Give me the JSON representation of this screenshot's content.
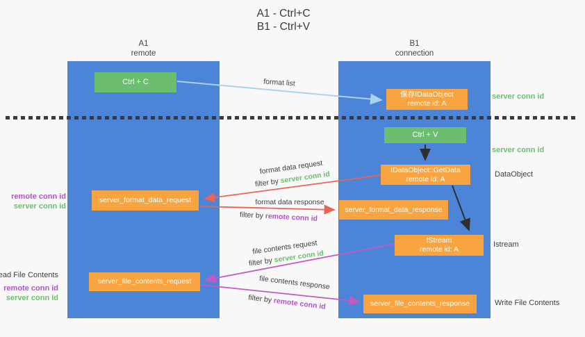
{
  "title": {
    "line1": "A1 - Ctrl+C",
    "line2": "B1 - Ctrl+V"
  },
  "lanes": {
    "a": {
      "name": "A1",
      "subtitle": "remote"
    },
    "b": {
      "name": "B1",
      "subtitle": "connection"
    }
  },
  "nodes": {
    "ctrl_c": {
      "label": "Ctrl + C"
    },
    "save_idataobject": {
      "line1": "保存IDataObject",
      "line2": "remote id: A"
    },
    "ctrl_v": {
      "label": "Ctrl + V"
    },
    "getdata": {
      "line1": "IDataObject::GetData",
      "line2": "remote id: A"
    },
    "format_request": {
      "label": "server_format_data_request"
    },
    "format_response": {
      "label": "server_format_data_response"
    },
    "istream": {
      "line1": "IStream",
      "line2": "remote id: A"
    },
    "file_request": {
      "label": "server_file_contents_request"
    },
    "file_response": {
      "label": "server_file_contents_response"
    }
  },
  "arrow_labels": {
    "format_list": "format list",
    "format_data_request": "format data request",
    "format_data_response": "format data response",
    "file_contents_request": "file contents request",
    "file_contents_response": "file contents response",
    "filter_by": "filter by ",
    "server_conn_id": "server conn id",
    "remote_conn_id": "remote conn id"
  },
  "side_labels": {
    "right_server_conn_id_1": "server conn id",
    "right_server_conn_id_2": "server conn id",
    "dataobject": "DataObject",
    "istream": "Istream",
    "write_file_contents": "Write File Contents",
    "left_remote_conn_id_1": "remote conn id",
    "left_server_conn_id_1": "server conn id",
    "read_file_contents": "Read File Contents",
    "left_remote_conn_id_2": "remote conn id",
    "left_server_conn_id_2": "server conn id"
  },
  "colors": {
    "background": "#f8f8f8",
    "lane_blue": "#4c85d8",
    "node_green": "#6cbd70",
    "node_orange": "#f7a441",
    "arrow_light_blue": "#a9d3f1",
    "arrow_red": "#e96455",
    "arrow_purple": "#c45ac0",
    "arrow_black": "#2f2f2f",
    "text_green": "#6cbd70",
    "text_purple": "#b152cc",
    "text_dark": "#3f3f3f"
  }
}
